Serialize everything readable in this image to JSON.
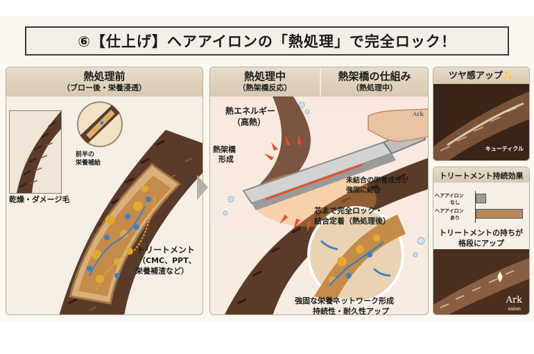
{
  "title": "⑥【仕上げ】ヘアアイロンの「熱処理」で完全ロック！",
  "panel_before": {
    "header": "熱処理前",
    "subheader": "（ブロー後・栄養浸透）",
    "inset_label": "乾燥・ダメージ毛",
    "zoom_label_line1": "前半の",
    "zoom_label_line2": "栄養補給",
    "treatment_line1": "トリートメント",
    "treatment_line2": "（CMC、PPT、",
    "treatment_line3": "栄養補渣など）"
  },
  "panel_during": {
    "header": "熱処理中",
    "subheader": "（熱架橋反応）",
    "header2": "熱架橋の仕組み",
    "subheader2": "（熱処理中）",
    "heat_line1": "熱エネルギー",
    "heat_line2": "（高熱）",
    "crosslink_line1": "熱架橋",
    "crosslink_line2": "形成",
    "unbound_line1": "未結合の栄養成分が",
    "unbound_line2": "強固に結合",
    "lock_line1": "芯まで完全ロック・",
    "lock_line2": "結合定着（熱処理後）",
    "network_line1": "強固な栄養ネットワーク形成",
    "network_line2": "持続性・耐久性アップ",
    "brand_on_iron": "Ark"
  },
  "panel_shine": {
    "header": "ツヤ感アップ✨",
    "cuticle_label": "キューティクル"
  },
  "panel_effect": {
    "header": "トリートメント持続効果",
    "bar_label1_line1": "ヘアアイロン",
    "bar_label1_line2": "なし",
    "bar_label2_line1": "ヘアアイロン",
    "bar_label2_line2": "あり",
    "bars": [
      0.18,
      0.92
    ],
    "caption_line1": "トリートメントの持ちが",
    "caption_line2": "格段にアップ"
  },
  "logo": {
    "brand": "Ark",
    "sub": "salon"
  },
  "colors": {
    "hair": "#5a3a28",
    "hair_dark": "#3a2418",
    "nutrient_gold": "#e2a833",
    "nutrient_blue": "#3d7fc4",
    "heat": "#e8502a",
    "header_bg": "#ddd0bb"
  }
}
